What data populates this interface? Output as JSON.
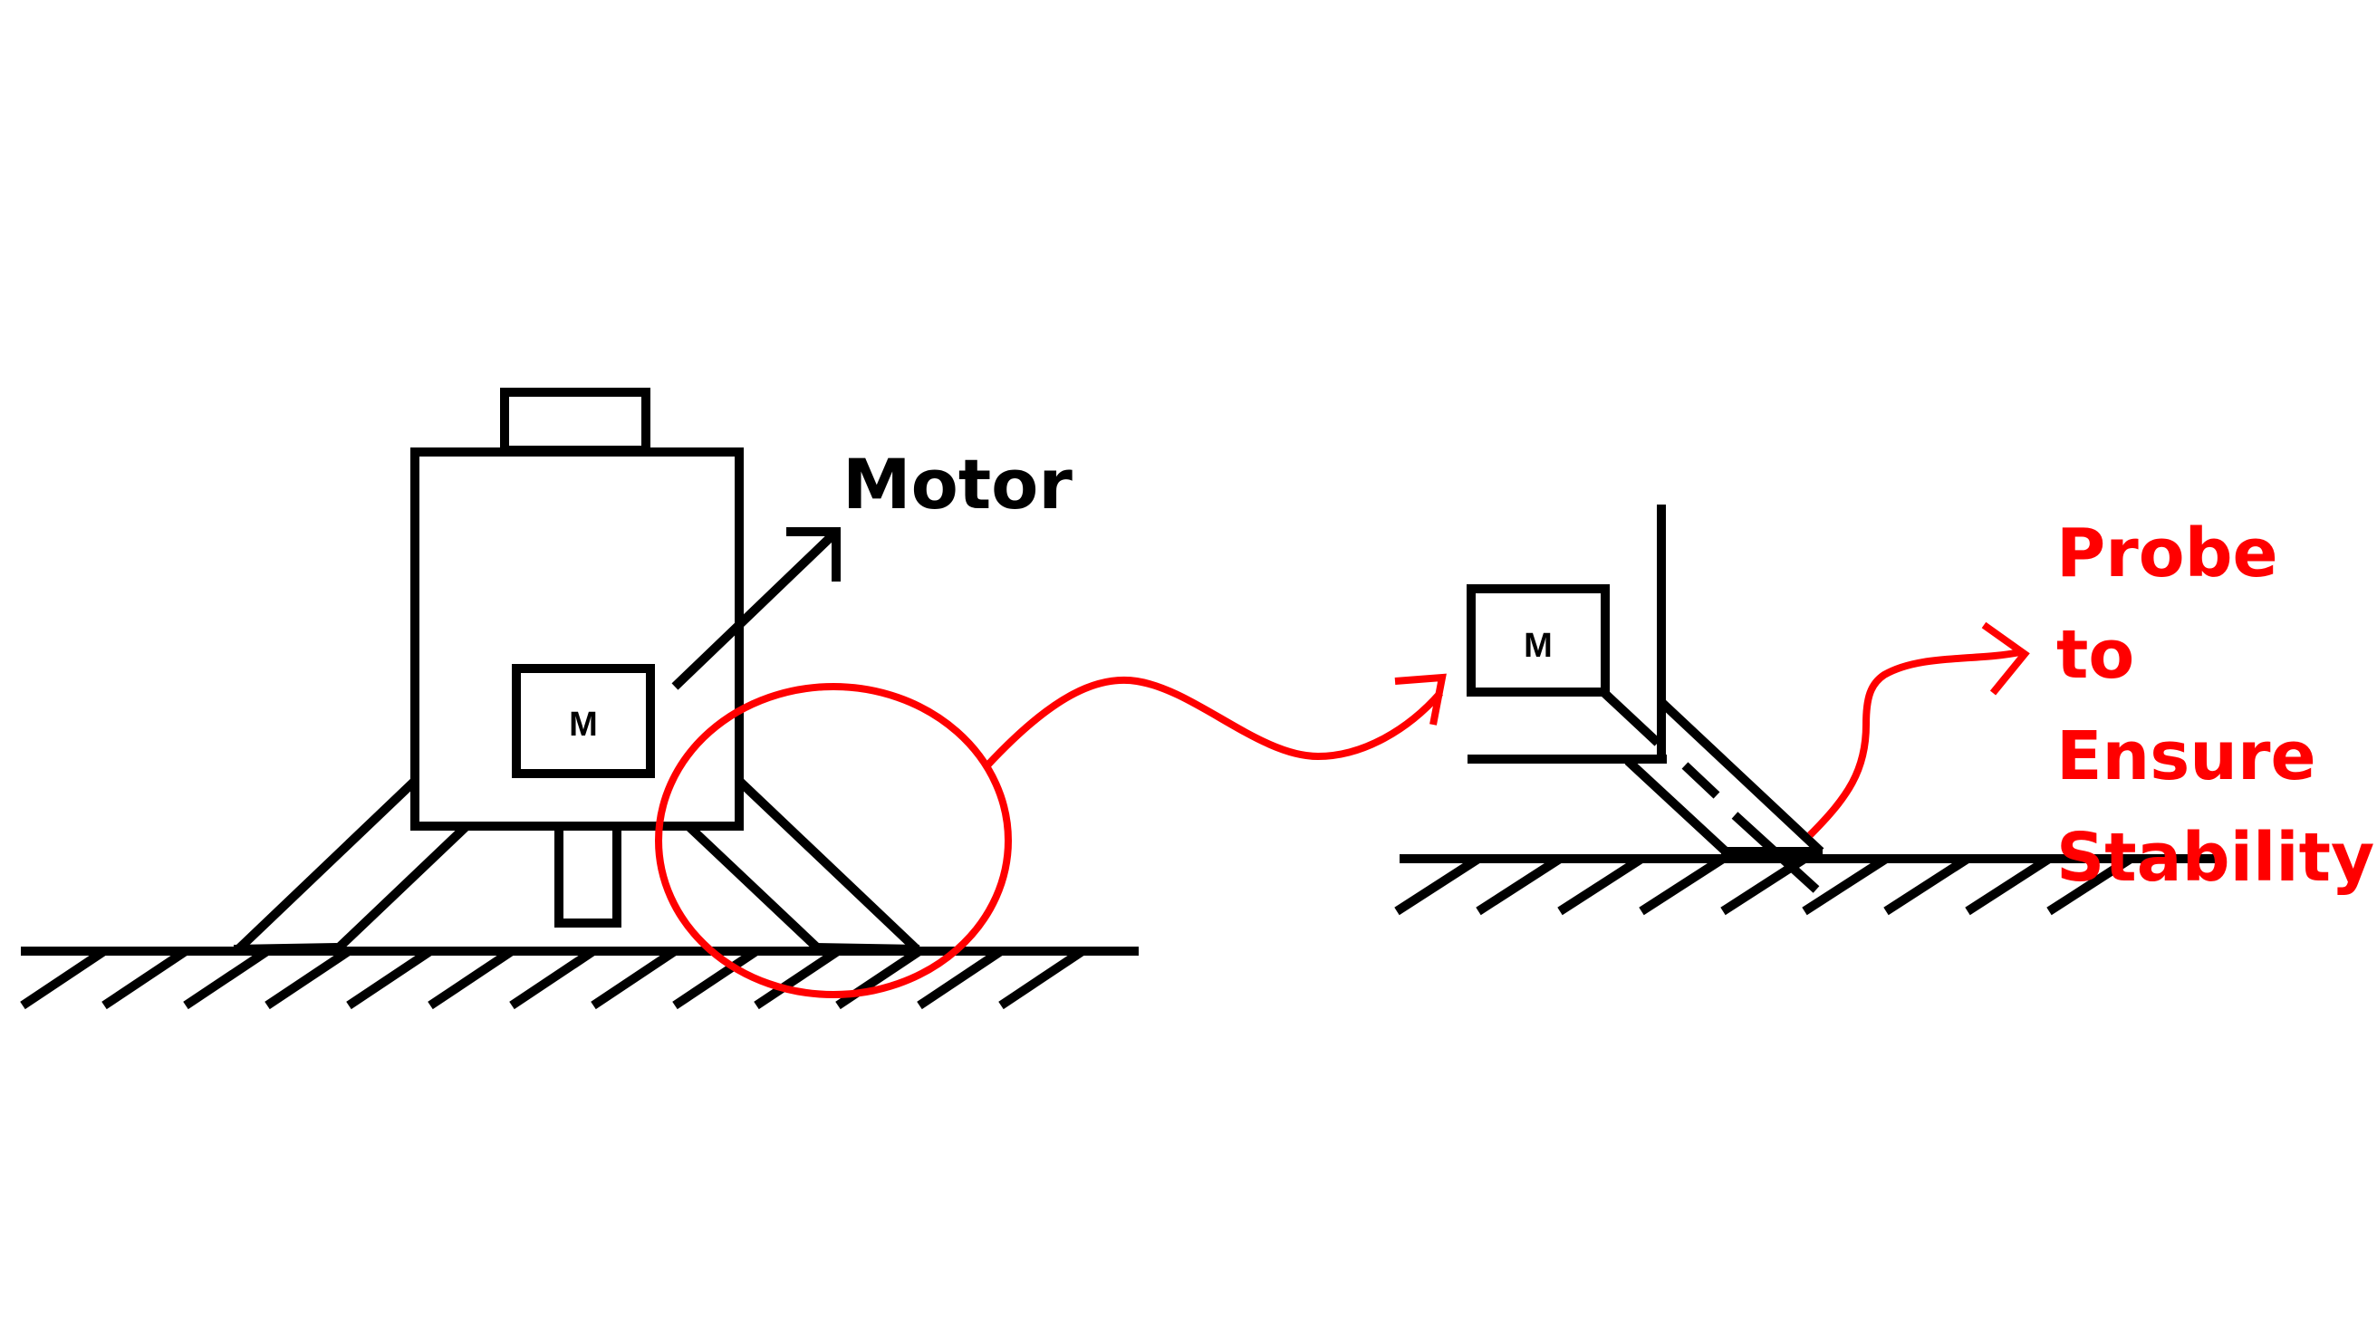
{
  "labels": {
    "motor": "Motor",
    "motor_box_left": "M",
    "motor_box_right": "M",
    "probe_line1": "Probe to",
    "probe_line2": "Ensure",
    "probe_line3": "Stability"
  },
  "colors": {
    "line": "#000000",
    "highlight": "#ff0000",
    "background": "#ffffff"
  },
  "icons": {
    "motor_pointer": "arrow-up-right-icon",
    "zoom_pointer": "curved-arrow-right-icon",
    "probe_pointer": "curved-arrow-up-right-icon",
    "ground": "hatched-ground"
  }
}
